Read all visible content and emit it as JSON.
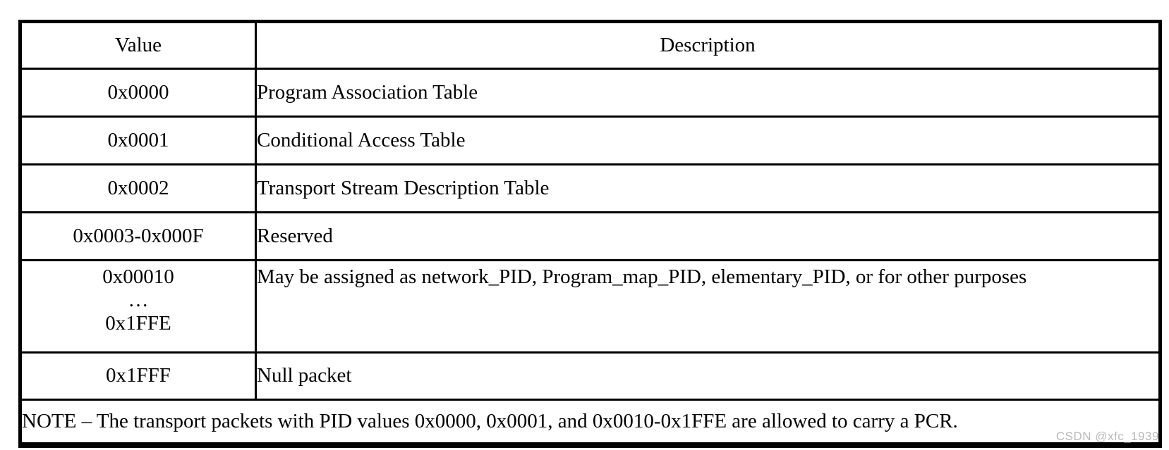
{
  "table": {
    "headers": [
      "Value",
      "Description"
    ],
    "rows": [
      {
        "value": "0x0000",
        "description": "Program Association Table"
      },
      {
        "value": "0x0001",
        "description": "Conditional Access Table"
      },
      {
        "value": "0x0002",
        "description": "Transport Stream Description Table"
      },
      {
        "value": "0x0003-0x000F",
        "description": "Reserved"
      },
      {
        "value_lines": [
          "0x00010",
          "…",
          "0x1FFE"
        ],
        "description": "May be assigned as network_PID, Program_map_PID, elementary_PID, or for other purposes"
      },
      {
        "value": "0x1FFF",
        "description": "Null packet"
      }
    ],
    "note": "NOTE – The transport packets with PID values 0x0000, 0x0001, and 0x0010-0x1FFE are allowed to carry a PCR."
  },
  "watermark": "CSDN @xfc_1939",
  "colors": {
    "background": "#ffffff",
    "border": "#000000",
    "text": "#000000",
    "watermark": "#b9b9b9"
  }
}
